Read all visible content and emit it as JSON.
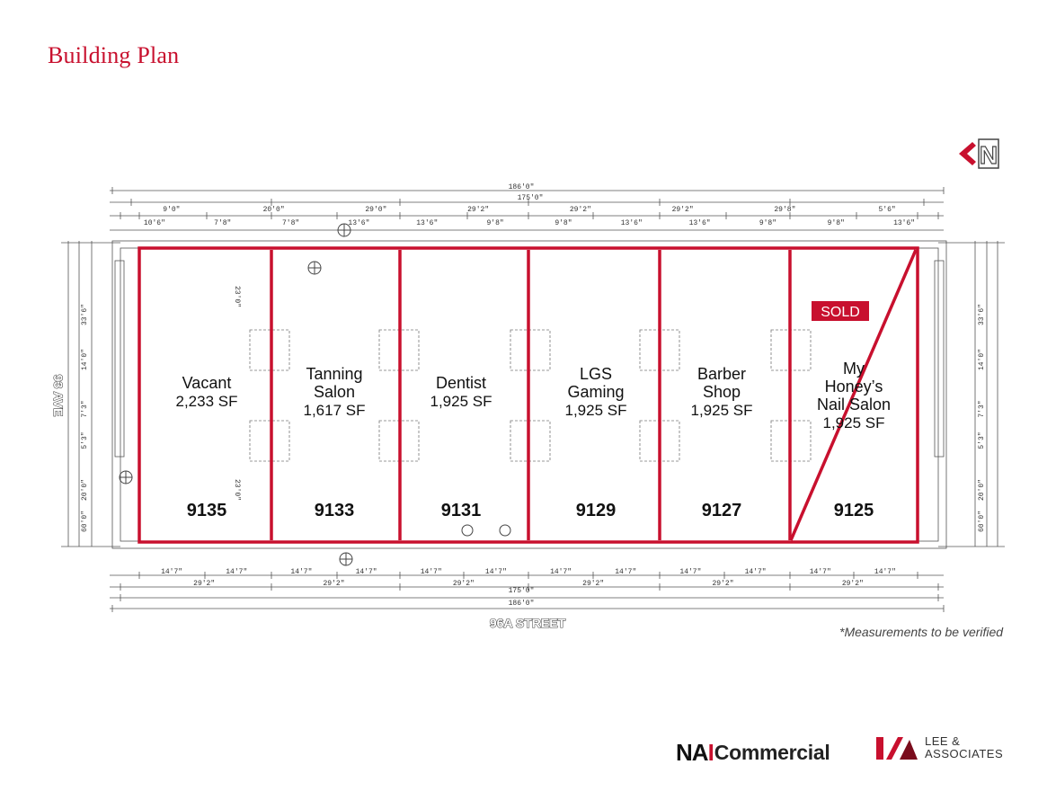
{
  "header": {
    "title": "Building Plan"
  },
  "streets": {
    "left": "93 AVE",
    "bottom": "96A STREET"
  },
  "north_label": "N",
  "units": [
    {
      "name_lines": [
        "Vacant"
      ],
      "area": "2,233 SF",
      "number": "9135"
    },
    {
      "name_lines": [
        "Tanning",
        "Salon"
      ],
      "area": "1,617 SF",
      "number": "9133"
    },
    {
      "name_lines": [
        "Dentist"
      ],
      "area": "1,925 SF",
      "number": "9131"
    },
    {
      "name_lines": [
        "LGS",
        "Gaming"
      ],
      "area": "1,925 SF",
      "number": "9129"
    },
    {
      "name_lines": [
        "Barber",
        "Shop"
      ],
      "area": "1,925 SF",
      "number": "9127"
    },
    {
      "name_lines": [
        "My",
        "Honey’s",
        "Nail Salon"
      ],
      "area": "1,925 SF",
      "number": "9125",
      "status": "SOLD"
    }
  ],
  "dimensions": {
    "top_total": "186'0\"",
    "top_inner": "175'0\"",
    "top_row": [
      "9'0\"",
      "20'0\"",
      "29'0\"",
      "29'2\"",
      "29'2\"",
      "29'2\"",
      "29'8\"",
      "5'6\""
    ],
    "top_row2": [
      "10'6\"",
      "7'8\"",
      "7'8\"",
      "13'6\"",
      "13'6\"",
      "9'8\"",
      "9'8\"",
      "13'6\"",
      "13'6\"",
      "9'8\"",
      "9'8\"",
      "13'6\""
    ],
    "bottom_row": [
      "14'7\"",
      "14'7\"",
      "14'7\"",
      "14'7\"",
      "14'7\"",
      "14'7\"",
      "14'7\"",
      "14'7\"",
      "14'7\"",
      "14'7\"",
      "14'7\"",
      "14'7\""
    ],
    "bottom_row2": [
      "29'2\"",
      "29'2\"",
      "29'2\"",
      "29'2\"",
      "29'2\"",
      "29'2\""
    ],
    "bottom_inner": "175'0\"",
    "bottom_total": "186'0\"",
    "left_side": [
      "33'6\"",
      "14'0\"",
      "7'3\"",
      "5'3\"",
      "20'0\"",
      "60'0\""
    ],
    "right_side": [
      "33'6\"",
      "14'0\"",
      "7'3\"",
      "5'3\"",
      "20'0\"",
      "60'0\""
    ],
    "interior": [
      "23'0\"",
      "23'0\""
    ]
  },
  "footer": {
    "note": "*Measurements to be verified",
    "nai": {
      "mark_n": "N",
      "mark_a": "A",
      "mark_i": "I",
      "word": "Commercial"
    },
    "lee": {
      "line1": "LEE &",
      "line2": "ASSOCIATES"
    }
  },
  "colors": {
    "accent": "#c8102e",
    "drawing": "#444444"
  }
}
